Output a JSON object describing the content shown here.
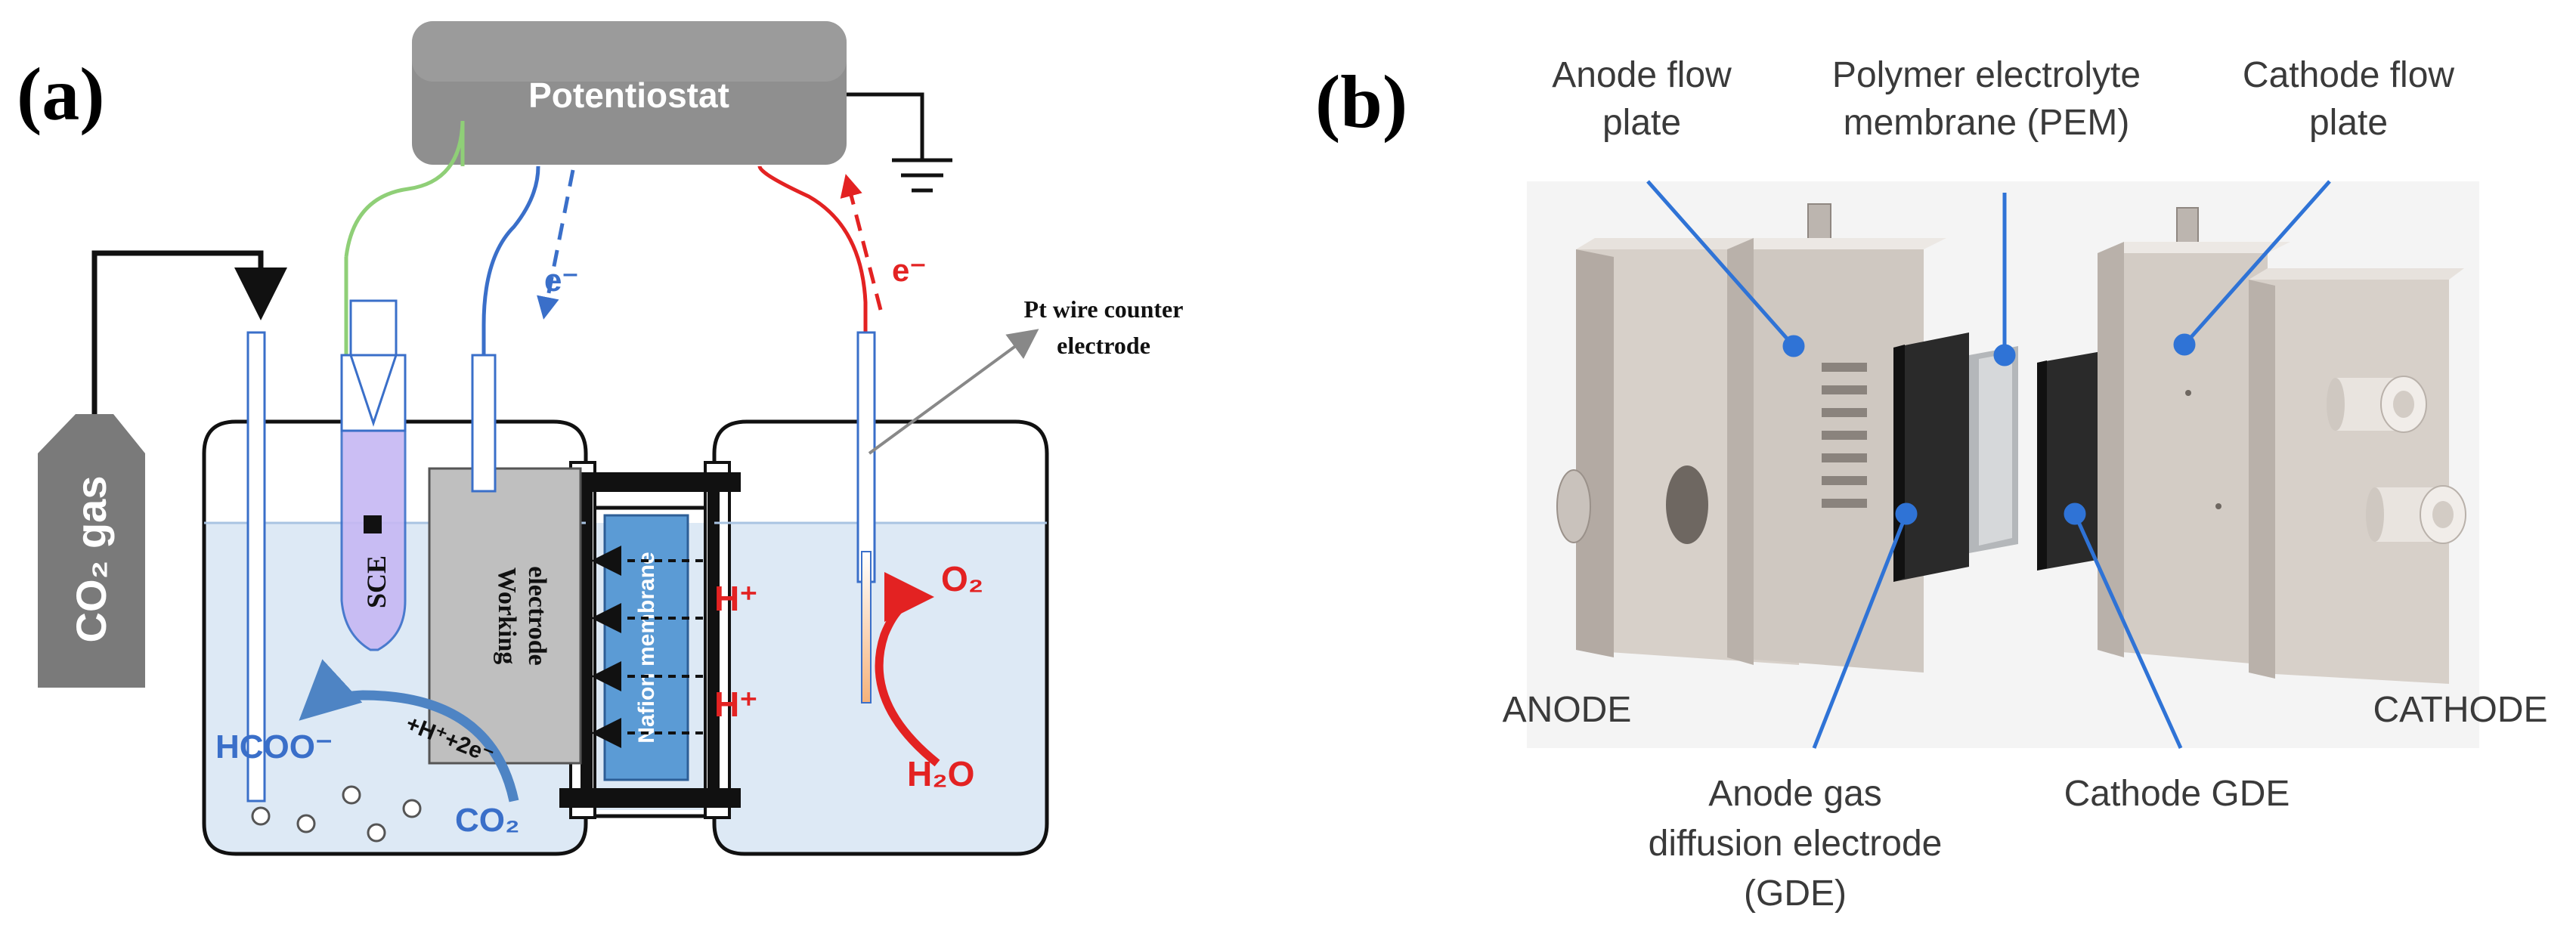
{
  "panel_a": {
    "label": "(a)",
    "potentiostat": "Potentiostat",
    "co2_gas": "CO₂ gas",
    "electron": "e⁻",
    "sce": "SCE",
    "working_electrode_line1": "Working",
    "working_electrode_line2": "electrode",
    "nafion": "Nafion membrane",
    "proton": "H⁺",
    "formate": "HCOO⁻",
    "co2": "CO₂",
    "reaction": "+H⁺+2e⁻",
    "o2": "O₂",
    "h2o": "H₂O",
    "pt_line1": "Pt wire counter",
    "pt_line2": "electrode",
    "colors": {
      "electrolyte": "#dde9f5",
      "membrane": "#5b9bd5",
      "red_wire": "#e32222",
      "blue_wire": "#3a6fc9",
      "green_wire": "#8fcf77",
      "sce_purple": "#c6b8f3",
      "gas_cylinder": "#7a7a7a"
    }
  },
  "panel_b": {
    "label": "(b)",
    "anode_flow_plate_line1": "Anode flow",
    "anode_flow_plate_line2": "plate",
    "pem_line1": "Polymer electrolyte",
    "pem_line2": "membrane (PEM)",
    "cathode_flow_plate_line1": "Cathode flow",
    "cathode_flow_plate_line2": "plate",
    "anode": "ANODE",
    "cathode": "CATHODE",
    "anode_gde_line1": "Anode gas",
    "anode_gde_line2": "diffusion electrode",
    "anode_gde_line3": "(GDE)",
    "cathode_gde": "Cathode GDE",
    "colors": {
      "plate": "#cbc4be",
      "gde": "#2a2a2a",
      "pem": "#d6d8da",
      "leader": "#2f73d6"
    }
  }
}
